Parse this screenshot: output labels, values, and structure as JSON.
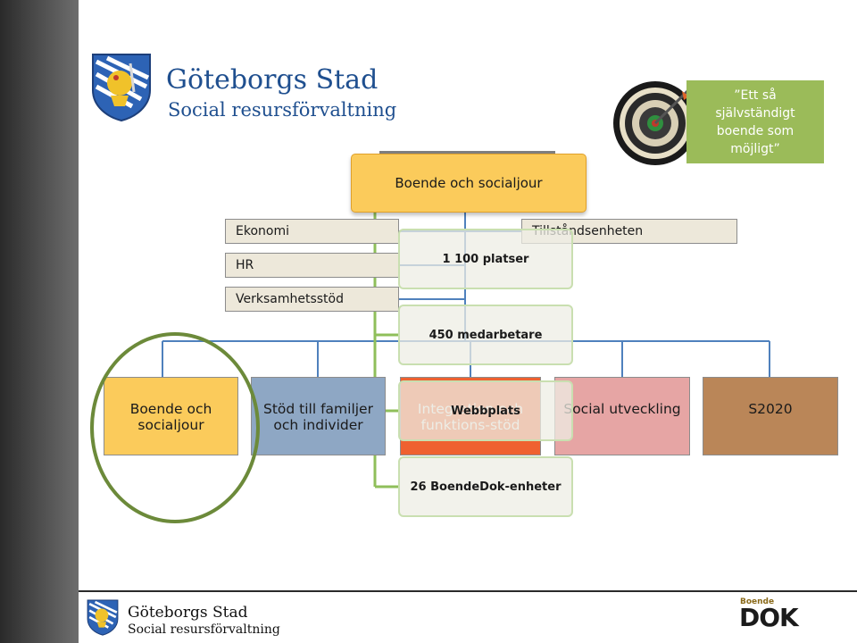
{
  "header": {
    "org_name": "Göteborgs Stad",
    "org_unit": "Social resursförvaltning",
    "quote": "”Ett så självständigt boende som möjligt”"
  },
  "org_chart": {
    "main": "Boende och socialjour",
    "staff_left": [
      "Ekonomi",
      "HR",
      "Verksamhetsstöd"
    ],
    "staff_right": "Tillståndsenheten",
    "departments": [
      "Boende och socialjour",
      "Stöd till familjer och individer",
      "Integration och funktions-stöd",
      "Social utveckling",
      "S2020"
    ]
  },
  "overlays": {
    "places": "1 100 platser",
    "employees": "450 medarbetare",
    "website": "Webbplats",
    "units": "26 BoendeDok-enheter"
  },
  "footer": {
    "org_name": "Göteborgs Stad",
    "org_unit": "Social resursförvaltning",
    "brand_small": "Boende",
    "brand_big": "DOK"
  },
  "colors": {
    "main": "#fbcb5b",
    "quote_bg": "#9bbb59",
    "dept_social_utveckling": "#e6a5a4",
    "dept_s2020": "#ba8658",
    "dept_integration": "#ef6130",
    "dept_stod": "#8ea7c4"
  }
}
